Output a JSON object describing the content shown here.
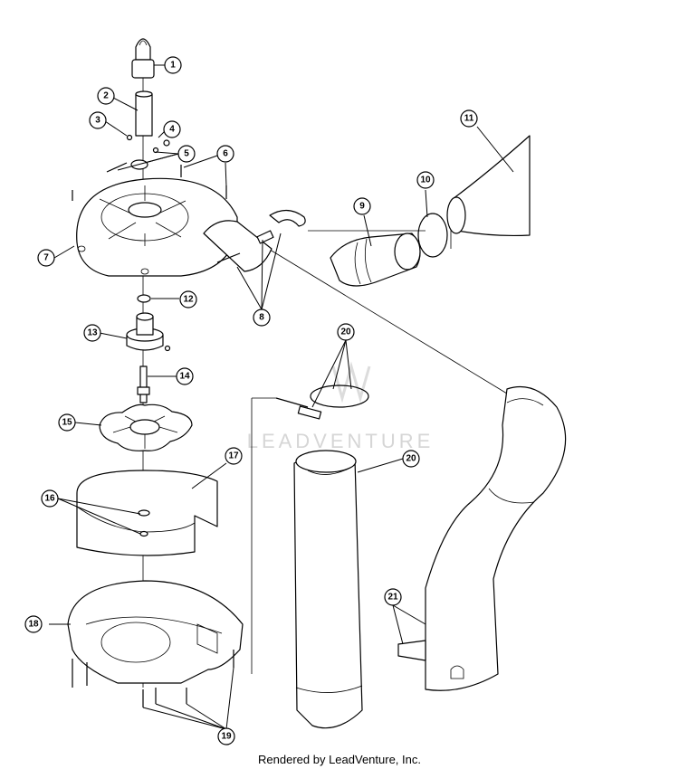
{
  "watermark": "LEADVENTURE",
  "credit": "Rendered by LeadVenture, Inc.",
  "callouts": [
    "1",
    "2",
    "3",
    "4",
    "5",
    "6",
    "7",
    "8",
    "9",
    "10",
    "11",
    "12",
    "13",
    "14",
    "15",
    "16",
    "17",
    "18",
    "19",
    "20",
    "20",
    "21"
  ]
}
